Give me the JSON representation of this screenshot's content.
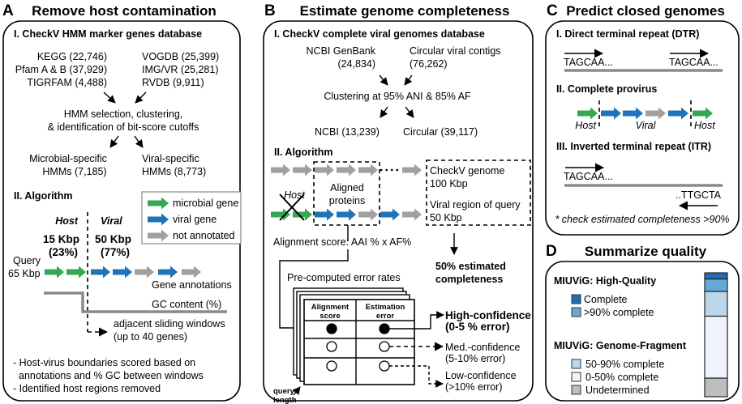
{
  "colors": {
    "microbial_gene": "#34a853",
    "viral_gene": "#1f73b9",
    "not_annotated": "#a0a0a0",
    "complete": "#1f6db4",
    "gt90": "#66a9d9",
    "p50_90": "#bcd7ea",
    "p0_50": "#eff3fb",
    "undetermined": "#bdbdbd"
  },
  "panelA": {
    "letter": "A",
    "title": "Remove host contamination",
    "section1": "I. CheckV HMM marker genes database",
    "db_left": [
      "KEGG (22,746)",
      "Pfam A & B (37,929)",
      "TIGRFAM (4,488)"
    ],
    "db_right": [
      "VOGDB (25,399)",
      "IMG/VR (25,281)",
      "RVDB (9,911)"
    ],
    "process": [
      "HMM selection, clustering,",
      "& identification of bit-score cutoffs"
    ],
    "out_left": [
      "Microbial-specific",
      "HMMs (7,185)"
    ],
    "out_right": [
      "Viral-specific",
      "HMMs (8,773)"
    ],
    "section2": "II. Algorithm",
    "legend": [
      "microbial gene",
      "viral gene",
      "not annotated"
    ],
    "host_label": "Host",
    "viral_label": "Viral",
    "host_size": "15 Kbp",
    "host_pct": "(23%)",
    "viral_size": "50 Kbp",
    "viral_pct": "(77%)",
    "query": [
      "Query",
      "65 Kbp"
    ],
    "gene_track": [
      "microbial",
      "microbial",
      "viral",
      "viral",
      "not_annotated",
      "viral",
      "not_annotated"
    ],
    "gene_annotations": "Gene annotations",
    "gc_content": "GC content (%)",
    "windows": [
      "adjacent sliding windows",
      "(up to 40 genes)"
    ],
    "notes": [
      "- Host-virus boundaries scored based on",
      "  annotations and % GC between windows",
      "- Identified host regions removed"
    ]
  },
  "panelB": {
    "letter": "B",
    "title": "Estimate genome completeness",
    "section1": "I. CheckV complete viral genomes database",
    "src_left": [
      "NCBI GenBank",
      "(24,834)"
    ],
    "src_right": [
      "Circular viral contigs",
      "(76,262)"
    ],
    "clustering": "Clustering at 95% ANI & 85% AF",
    "out_left": "NCBI (13,239)",
    "out_right": "Circular (39,117)",
    "section2": "II. Algorithm",
    "host_label": "Host",
    "aligned": [
      "Aligned",
      "proteins"
    ],
    "checkv_genome": [
      "CheckV genome",
      "100 Kbp"
    ],
    "viral_region": [
      "Viral region of query",
      "50 Kbp"
    ],
    "alignment_score": "Alignment score: AAI % x AF%",
    "estimate": [
      "50% estimated",
      "completeness"
    ],
    "error_rates": "Pre-computed error rates",
    "table_headers": [
      [
        "Alignment",
        "score"
      ],
      [
        "Estimation",
        "error"
      ]
    ],
    "query_length": [
      "query",
      "length"
    ],
    "confidence": [
      {
        "label": "High-confidence",
        "range": "(0-5 % error)"
      },
      {
        "label": "Med.-confidence",
        "range": "(5-10% error)"
      },
      {
        "label": "Low-confidence",
        "range": "(>10% error)"
      }
    ]
  },
  "panelC": {
    "letter": "C",
    "title": "Predict closed genomes",
    "section1": "I. Direct terminal repeat (DTR)",
    "dtr_seq": "TAGCAA...",
    "section2": "II. Complete provirus",
    "provirus_labels": [
      "Host",
      "Viral",
      "Host"
    ],
    "section3": "III. Inverted terminal repeat (ITR)",
    "itr_seq_fwd": "TAGCAA...",
    "itr_seq_rev": "..TTGCTA",
    "footnote": "* check estimated completeness >90%"
  },
  "panelD": {
    "letter": "D",
    "title": "Summarize quality",
    "hq_title": "MIUViG: High-Quality",
    "hq_items": [
      "Complete",
      ">90% complete"
    ],
    "gf_title": "MIUViG: Genome-Fragment",
    "gf_items": [
      "50-90% complete",
      "0-50% complete",
      "Undetermined"
    ],
    "stacked_bar": {
      "unit": "fraction of genomes (approx.)",
      "segments": [
        {
          "name": "Complete",
          "value": 0.05
        },
        {
          "name": ">90% complete",
          "value": 0.1
        },
        {
          "name": "50-90% complete",
          "value": 0.2
        },
        {
          "name": "0-50% complete",
          "value": 0.5
        },
        {
          "name": "Undetermined",
          "value": 0.15
        }
      ]
    }
  }
}
